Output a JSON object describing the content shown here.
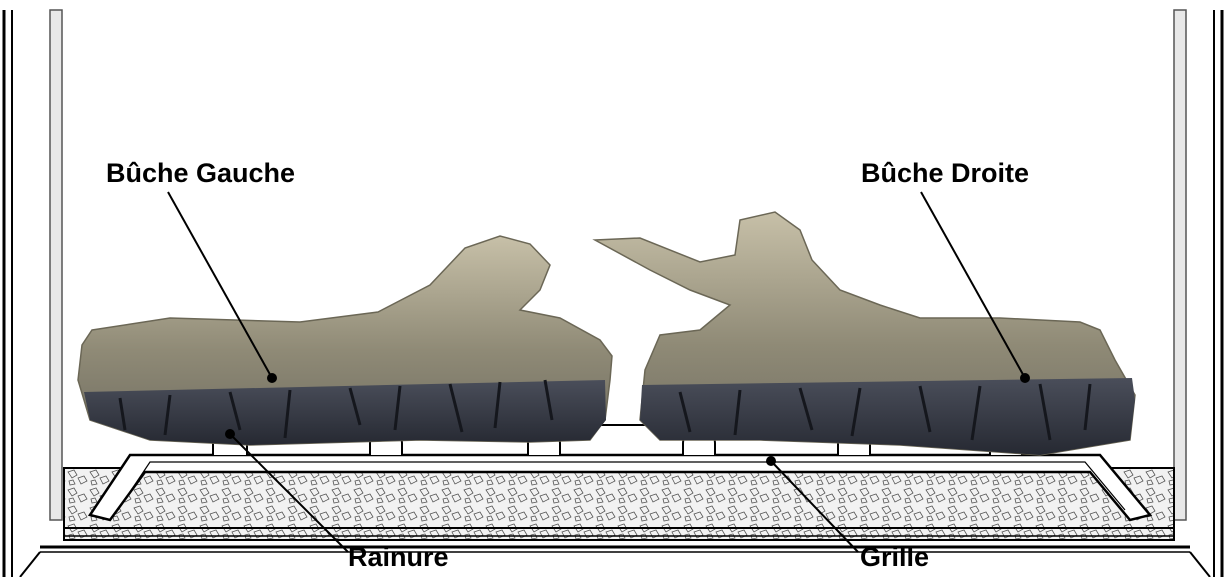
{
  "labels": {
    "left_log": "Bûche Gauche",
    "right_log": "Bûche Droite",
    "slot": "Rainure",
    "grate": "Grille"
  },
  "colors": {
    "log_bark": "#8f8a76",
    "log_light": "#b8b199",
    "log_char": "#2f3340",
    "ember": "#d8d8d8",
    "line": "#000000"
  }
}
